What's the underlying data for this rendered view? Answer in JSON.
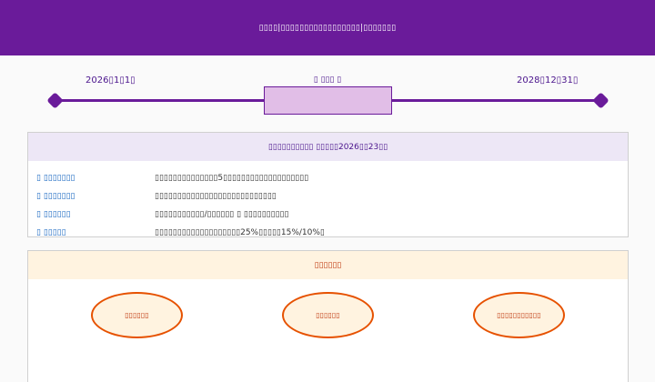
{
  "header": {
    "title": "▯▯▯▯|▯▯▯▯▯▯▯▯▯▯▯▯▯▯▯▯▯|▯▯▯▯▯▯▯"
  },
  "timeline": {
    "start_date": "2026▯1▯1▯",
    "end_date": "2028▯12▯31▯",
    "mid_label": "▯ ▯▯▯ ▯"
  },
  "policy": {
    "title": "▯▯▯▯▯▯▯▯▯▯ ▯▯▯▯▯2026▯▯23▯▯",
    "rows": [
      {
        "key": "▯ ▯▯▯▯▯▯▯",
        "value": "▯▯▯▯▯▯▯▯▯▯▯▯▯▯5▯▯▯▯▯▯▯▯▯▯▯▯▯▯▯▯▯▯▯"
      },
      {
        "key": "▯ ▯▯▯▯▯▯▯",
        "value": "▯▯▯▯▯▯▯▯▯▯▯▯▯▯▯▯▯▯▯▯▯▯▯▯▯▯▯"
      },
      {
        "key": "▯ ▯▯▯▯▯▯",
        "value": "▯▯▯▯▯▯▯▯▯▯▯/▯▯▯▯▯▯ ▯ ▯▯▯▯▯▯▯▯▯▯"
      },
      {
        "key": "▯ ▯▯▯▯▯",
        "value": "▯▯▯▯▯▯▯▯▯▯▯▯▯▯▯▯▯▯▯25%▯▯▯▯▯15%/10%▯"
      }
    ]
  },
  "actions": {
    "title": "▯▯▯▯▯▯",
    "items": [
      "▯▯▯▯▯▯",
      "▯▯▯▯▯▯",
      "▯▯▯▯▯▯▯▯▯▯▯"
    ]
  },
  "colors": {
    "header": "#6a1b9a",
    "timeline_box": "#e1bee7",
    "policy_header": "#ede7f6",
    "action_header": "#fff3e0",
    "action_border": "#e65100"
  }
}
